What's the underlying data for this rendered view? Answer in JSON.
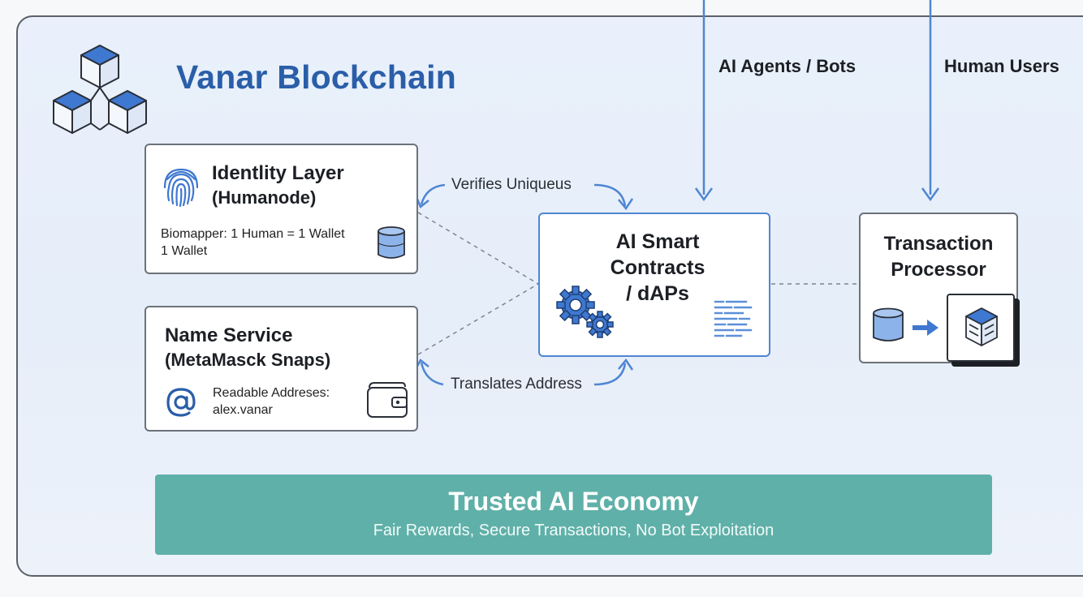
{
  "title": "Vanar Blockchain",
  "identity": {
    "title": "Identlity Layer",
    "subtitle": "(Humanode)",
    "desc_line1": "Biomapper: 1 Human = 1 Wallet",
    "desc_line2": "1 Wallet"
  },
  "name_service": {
    "title": "Name Service",
    "subtitle": "(MetaMasck Snaps)",
    "desc_line1": "Readable Addreses:",
    "desc_line2": "alex.vanar"
  },
  "ai_contracts": {
    "line1": "AI Smart",
    "line2": "Contracts",
    "line3": "/ dAPs"
  },
  "processor": {
    "line1": "Transaction",
    "line2": "Processor"
  },
  "actors": {
    "ai_agents": "AI Agents / Bots",
    "humans": "Human Users"
  },
  "flows": {
    "verifies": "Verifies Uniqueus",
    "translates": "Translates Address"
  },
  "economy": {
    "title": "Trusted AI Economy",
    "subtitle": "Fair Rewards, Secure Transactions, No Bot Exploitation"
  },
  "colors": {
    "accent_blue": "#4f86d2",
    "title_blue": "#2a5ea8",
    "economy_teal": "#5fb0a8"
  }
}
